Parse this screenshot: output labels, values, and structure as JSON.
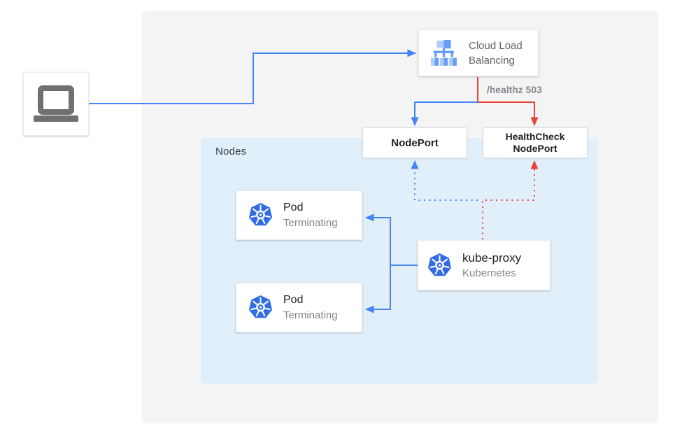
{
  "client": {
    "name": "client laptop"
  },
  "cloud_load_balancing": {
    "label_line1": "Cloud Load",
    "label_line2": "Balancing"
  },
  "edges": {
    "healthz_label": "/healthz 503"
  },
  "nodes_group": {
    "label": "Nodes"
  },
  "nodeport": {
    "label": "NodePort"
  },
  "healthcheck_nodeport": {
    "label_line1": "HealthCheck",
    "label_line2": "NodePort"
  },
  "pods": [
    {
      "title": "Pod",
      "status": "Terminating"
    },
    {
      "title": "Pod",
      "status": "Terminating"
    }
  ],
  "kube_proxy": {
    "title": "kube-proxy",
    "subtitle": "Kubernetes"
  },
  "colors": {
    "traffic_blue": "#4285F4",
    "error_red": "#EA4335",
    "nodes_background": "#E1EFFB",
    "panel_background": "#F4F4F5",
    "text_dark": "#202124",
    "text_gray": "#80868B",
    "kubernetes_blue": "#326CE5"
  }
}
